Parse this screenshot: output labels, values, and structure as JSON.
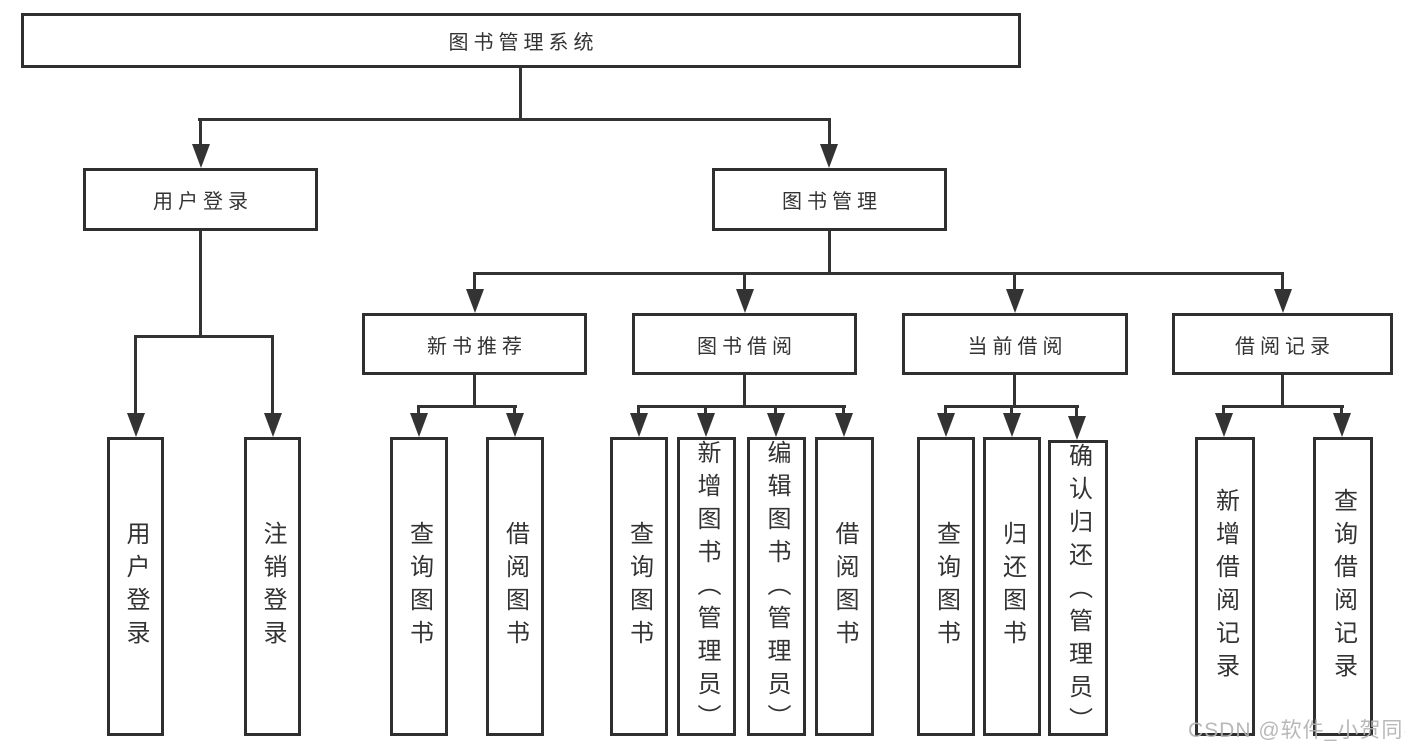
{
  "tree": {
    "root": {
      "label": "图书管理系统"
    },
    "branches": [
      {
        "label": "用户登录",
        "children": [
          {
            "label": "用户登录"
          },
          {
            "label": "注销登录"
          }
        ]
      },
      {
        "label": "图书管理",
        "children": [
          {
            "label": "新书推荐",
            "children": [
              {
                "label": "查询图书"
              },
              {
                "label": "借阅图书"
              }
            ]
          },
          {
            "label": "图书借阅",
            "children": [
              {
                "label": "查询图书"
              },
              {
                "label": "新增图书（管理员）"
              },
              {
                "label": "编辑图书（管理员）"
              },
              {
                "label": "借阅图书"
              }
            ]
          },
          {
            "label": "当前借阅",
            "children": [
              {
                "label": "查询图书"
              },
              {
                "label": "归还图书"
              },
              {
                "label": "确认归还（管理员）"
              }
            ]
          },
          {
            "label": "借阅记录",
            "children": [
              {
                "label": "新增借阅记录"
              },
              {
                "label": "查询借阅记录"
              }
            ]
          }
        ]
      }
    ]
  },
  "watermark": {
    "text": "CSDN @软件_小贺同学"
  },
  "colors": {
    "line": "#333333",
    "box_border": "#2f2f2f",
    "text": "#333333",
    "watermark": "#b3b3b3",
    "background": "#ffffff"
  }
}
